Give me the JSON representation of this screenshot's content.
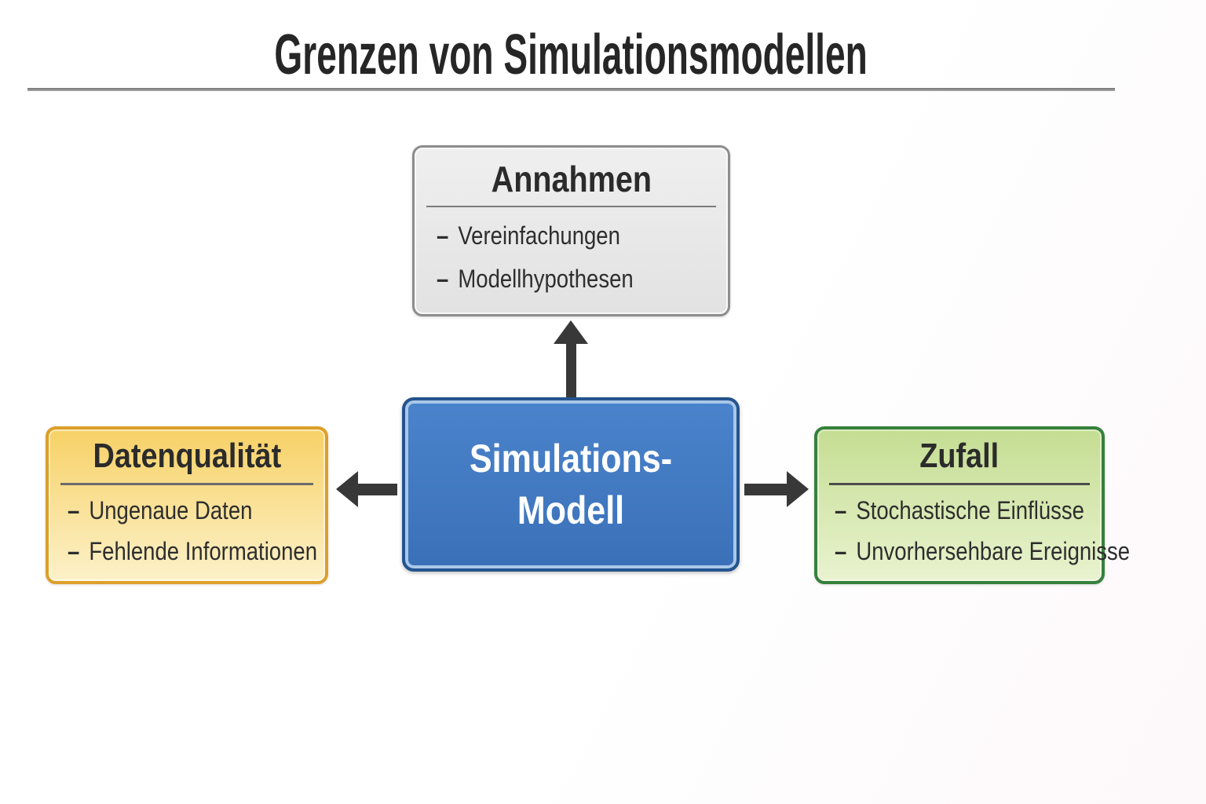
{
  "header": {
    "title": "Grenzen von Simulationsmodellen"
  },
  "bullet_dash": "–",
  "nodes": {
    "center": {
      "label_line1": "Simulations-",
      "label_line2": "Modell"
    },
    "assumptions": {
      "title": "Annahmen",
      "items": [
        "Vereinfachungen",
        "Modellhypothesen"
      ]
    },
    "data_quality": {
      "title": "Datenqualität",
      "items": [
        "Ungenaue Daten",
        "Fehlende Informationen"
      ]
    },
    "randomness": {
      "title": "Zufall",
      "items": [
        "Stochastische Einflüsse",
        "Unvorhersehbare Ereignisse"
      ]
    }
  },
  "colors": {
    "center_fill": "#3f78c2",
    "center_border": "#24548e",
    "center_inner_edge": "#a9c7e8",
    "assumptions_fill": "#e9e9e9",
    "assumptions_border": "#8d8d8d",
    "data_quality_fill_top": "#f7d166",
    "data_quality_fill_bottom": "#fcf1c9",
    "data_quality_border": "#dd9f2a",
    "randomness_fill_top": "#c4dd92",
    "randomness_fill_bottom": "#e9f3cf",
    "randomness_border": "#36813c",
    "arrow": "#383838",
    "text": "#2d2d2d"
  }
}
